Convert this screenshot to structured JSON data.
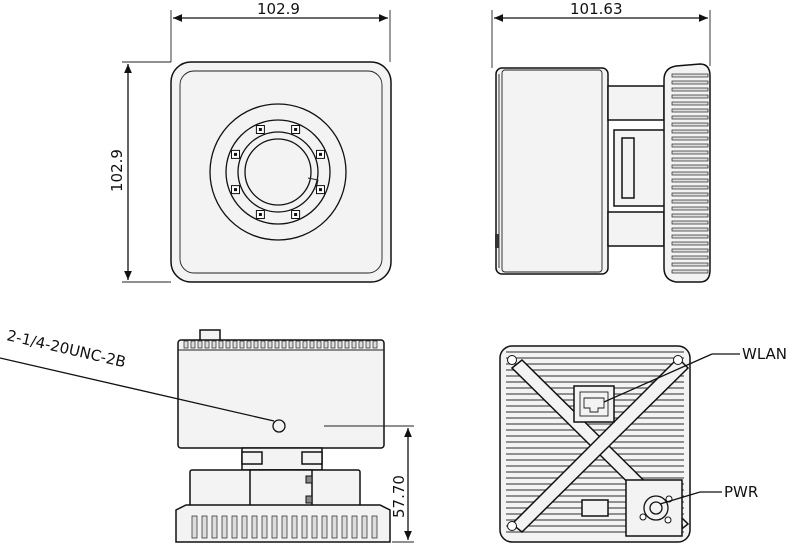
{
  "dimensions": {
    "front_width": "102.9",
    "front_height": "102.9",
    "side_depth": "101.63",
    "bottom_height": "57.70"
  },
  "callouts": {
    "mount_thread": "2-1/4-20UNC-2B",
    "wlan": "WLAN",
    "pwr": "PWR"
  },
  "colors": {
    "line": "#111111",
    "body_fill": "#f3f3f3",
    "fin_fill": "#dddddd"
  }
}
